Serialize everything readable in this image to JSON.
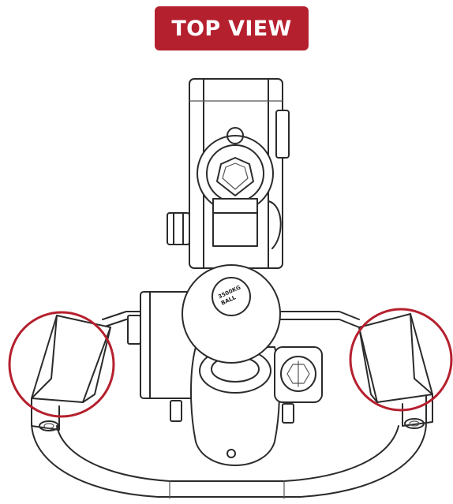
{
  "header": {
    "title": "TOP VIEW"
  },
  "colors": {
    "accent": "#b5202e",
    "line": "#2b2b2b",
    "background": "#ffffff"
  },
  "callouts": [
    {
      "name": "left-mount-highlight",
      "shape": "circle",
      "color": "#b5202e"
    },
    {
      "name": "right-mount-highlight",
      "shape": "circle",
      "color": "#b5202e"
    }
  ]
}
